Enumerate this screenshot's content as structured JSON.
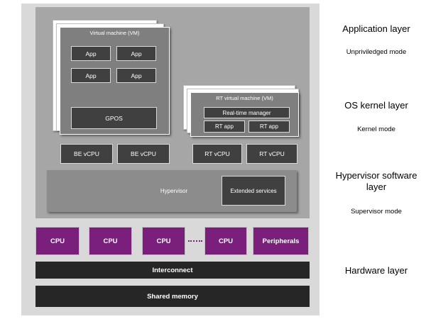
{
  "vm": {
    "title": "Virtual machine (VM)",
    "apps": [
      "App",
      "App",
      "App",
      "App"
    ],
    "gpos": "GPOS"
  },
  "rt_vm": {
    "title": "RT virtual machine (VM)",
    "manager": "Real-time manager",
    "apps": [
      "RT app",
      "RT app"
    ]
  },
  "vcpus": [
    "BE vCPU",
    "BE vCPU",
    "RT vCPU",
    "RT vCPU"
  ],
  "hypervisor": {
    "label": "Hypervisor",
    "extended": "Extended services"
  },
  "hardware": {
    "units": [
      "CPU",
      "CPU",
      "CPU",
      "CPU",
      "Peripherals"
    ],
    "interconnect": "Interconnect",
    "memory": "Shared memory"
  },
  "layers": [
    {
      "name": "Application layer",
      "mode": "Unpriviledged mode"
    },
    {
      "name": "OS kernel layer",
      "mode": "Kernel mode"
    },
    {
      "name": "Hypervisor software layer",
      "mode": "Supervisor mode"
    },
    {
      "name": "Hardware layer",
      "mode": ""
    }
  ],
  "colors": {
    "cpu": "#7a1f7b",
    "dark_box": "#404040",
    "bar": "#262626",
    "panel": "#a6a6a6"
  }
}
